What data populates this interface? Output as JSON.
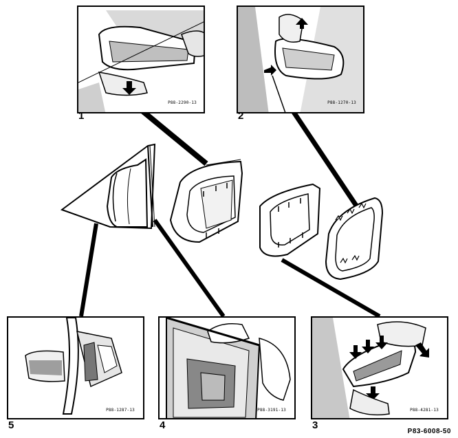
{
  "figure_id": "P83-6008-50",
  "panels": [
    {
      "number": "1",
      "photo_code": "P88-2290-13"
    },
    {
      "number": "2",
      "photo_code": "P88-1270-13"
    },
    {
      "number": "3",
      "photo_code": "P88-4281-13"
    },
    {
      "number": "4",
      "photo_code": "P88-3191-13"
    },
    {
      "number": "5",
      "photo_code": "P88-1287-13"
    }
  ]
}
